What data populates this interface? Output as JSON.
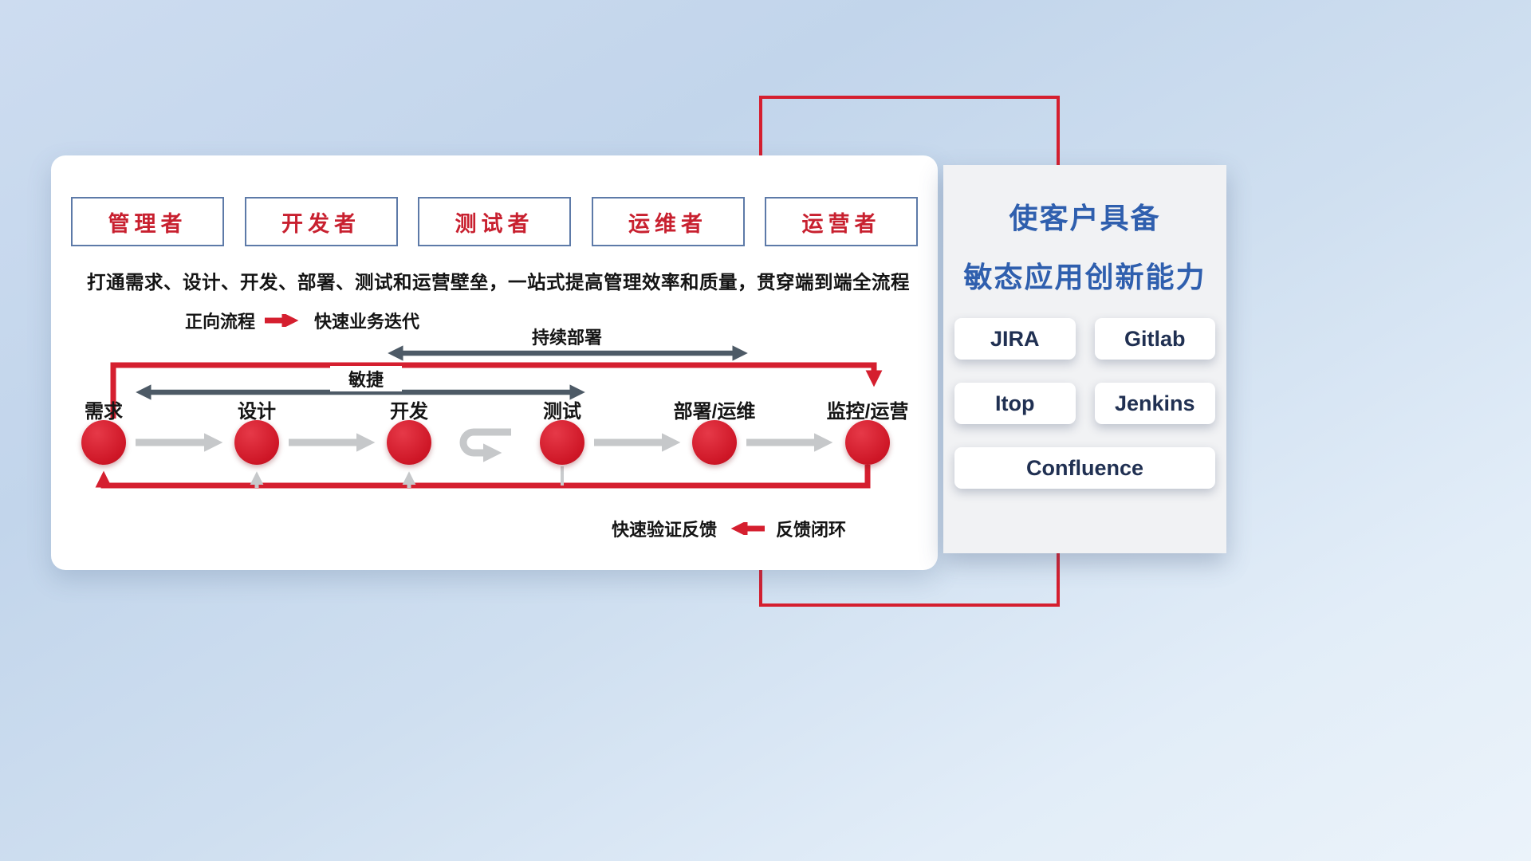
{
  "colors": {
    "accent_red": "#d51f2f",
    "dark_arrow": "#4d5a66",
    "light_arrow": "#c6c8ca",
    "title_blue": "#2f5fae",
    "role_text_red": "#c8202f",
    "role_border_blue": "#5d7aa8",
    "tool_text_navy": "#203052",
    "card_bg": "#ffffff",
    "panel_bg": "#f1f2f4"
  },
  "icons": {
    "forward_arrow": "red-right-arrow",
    "feedback_arrow": "red-left-arrow",
    "continuous_deploy_arrow": "dark-double-headed-arrow",
    "agile_arrow": "dark-double-headed-arrow",
    "iteration_loop": "gray-u-turn-arrow",
    "stage_connector": "gray-right-arrow",
    "stage_node": "red-circle"
  },
  "roles": [
    {
      "label": "管理者"
    },
    {
      "label": "开发者"
    },
    {
      "label": "测试者"
    },
    {
      "label": "运维者"
    },
    {
      "label": "运营者"
    }
  ],
  "description": "打通需求、设计、开发、部署、测试和运营壁垒，一站式提高管理效率和质量，贯穿端到端全流程",
  "legend_forward": {
    "label": "正向流程",
    "value": "快速业务迭代"
  },
  "spans": {
    "continuous_deploy": "持续部署",
    "agile": "敏捷"
  },
  "stages": [
    {
      "label": "需求"
    },
    {
      "label": "设计"
    },
    {
      "label": "开发"
    },
    {
      "label": "测试"
    },
    {
      "label": "部署/运维"
    },
    {
      "label": "监控/运营"
    }
  ],
  "legend_feedback": {
    "label": "快速验证反馈",
    "value": "反馈闭环"
  },
  "panel": {
    "title_line1": "使客户具备",
    "title_line2": "敏态应用创新能力",
    "tools": [
      "JIRA",
      "Gitlab",
      "Itop",
      "Jenkins",
      "Confluence"
    ]
  }
}
